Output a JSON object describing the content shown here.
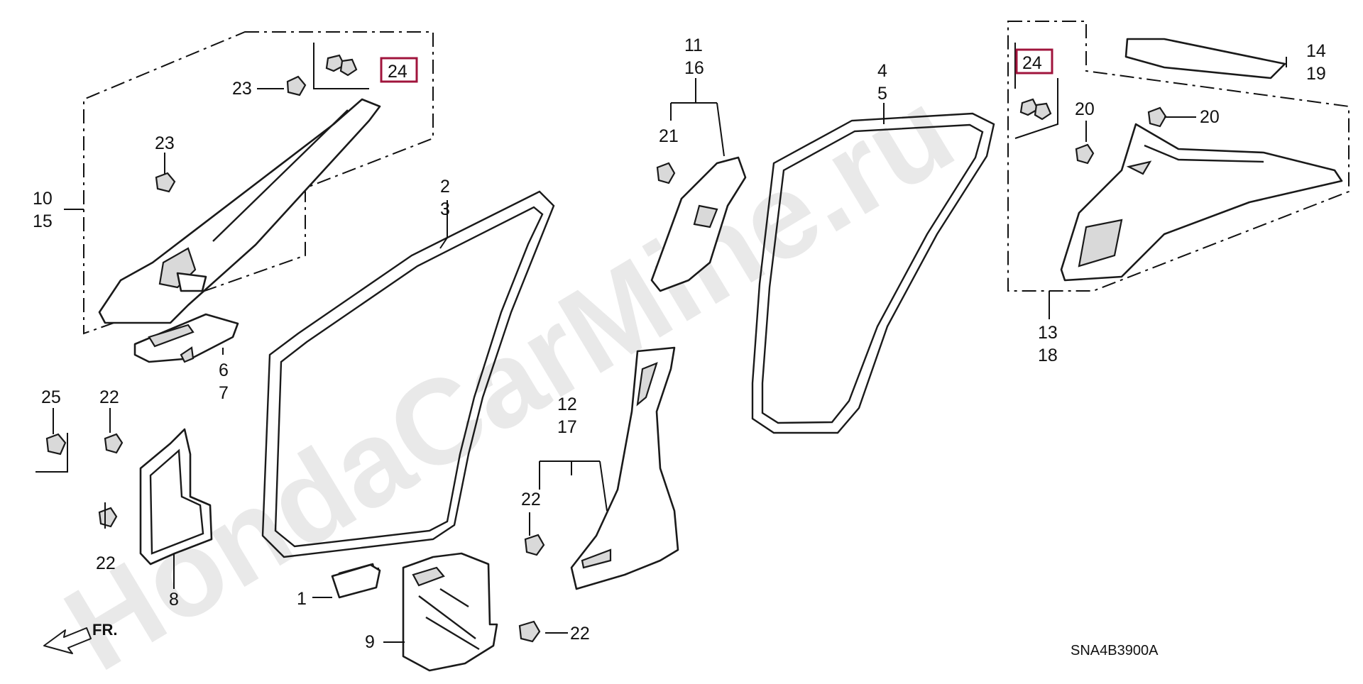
{
  "watermark": "HondaCarMine.ru",
  "diagram_code": "SNA4B3900A",
  "direction_label": "FR.",
  "colors": {
    "highlight": "#a0143c"
  },
  "callouts": {
    "c1": "1",
    "c2": "2",
    "c3": "3",
    "c4": "4",
    "c5": "5",
    "c6": "6",
    "c7": "7",
    "c8": "8",
    "c9": "9",
    "c10": "10",
    "c15": "15",
    "c11": "11",
    "c16": "16",
    "c12": "12",
    "c17": "17",
    "c13": "13",
    "c18": "18",
    "c14": "14",
    "c19": "19",
    "c20a": "20",
    "c20b": "20",
    "c21": "21",
    "c22a": "22",
    "c22b": "22",
    "c22c": "22",
    "c22d": "22",
    "c23a": "23",
    "c23b": "23",
    "c24a": "24",
    "c24b": "24",
    "c25": "25"
  }
}
